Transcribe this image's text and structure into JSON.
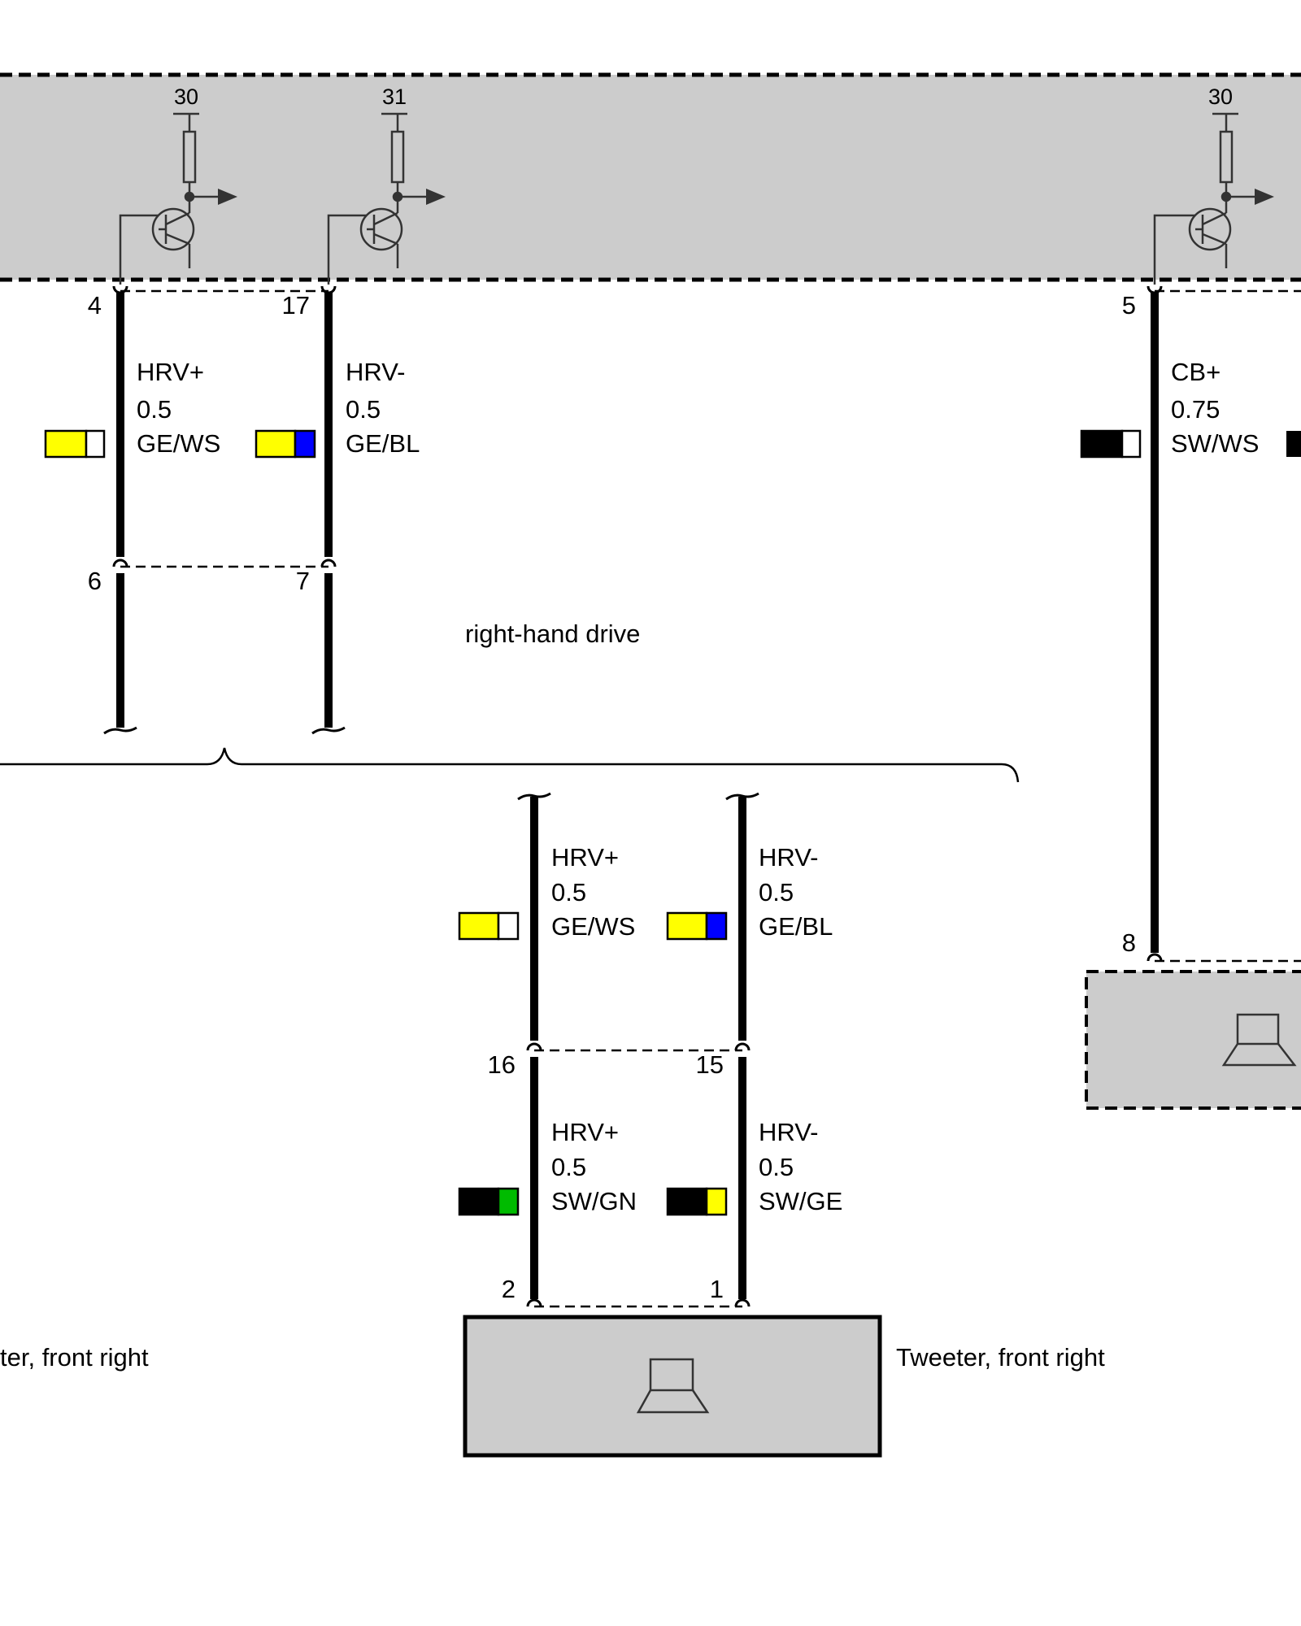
{
  "colors": {
    "GE": "#ffff00",
    "WS": "#ffffff",
    "BL": "#0000ff",
    "SW": "#000000",
    "GN": "#00bb00",
    "module_fill": "#cccccc"
  },
  "control_unit": {
    "drivers": [
      {
        "supply": "30",
        "pin": "4"
      },
      {
        "supply": "31",
        "pin": "17"
      },
      {
        "supply": "30",
        "pin": "5"
      }
    ]
  },
  "wires": {
    "upper_left": [
      {
        "signal": "HRV+",
        "size": "0.5",
        "color_code": "GE/WS",
        "swatch": [
          "GE",
          "WS"
        ],
        "pin_top": "4",
        "pin_bottom": "6"
      },
      {
        "signal": "HRV-",
        "size": "0.5",
        "color_code": "GE/BL",
        "swatch": [
          "GE",
          "BL"
        ],
        "pin_top": "17",
        "pin_bottom": "7"
      }
    ],
    "right": {
      "signal": "CB+",
      "size": "0.75",
      "color_code": "SW/WS",
      "swatch": [
        "SW",
        "WS"
      ],
      "pin_top": "5",
      "pin_bottom": "8"
    },
    "lower_upper": [
      {
        "signal": "HRV+",
        "size": "0.5",
        "color_code": "GE/WS",
        "swatch": [
          "GE",
          "WS"
        ]
      },
      {
        "signal": "HRV-",
        "size": "0.5",
        "color_code": "GE/BL",
        "swatch": [
          "GE",
          "BL"
        ]
      }
    ],
    "connector_pins": [
      "16",
      "15"
    ],
    "lower_lower": [
      {
        "signal": "HRV+",
        "size": "0.5",
        "color_code": "SW/GN",
        "swatch": [
          "SW",
          "GN"
        ],
        "pin": "2"
      },
      {
        "signal": "HRV-",
        "size": "0.5",
        "color_code": "SW/GE",
        "swatch": [
          "SW",
          "GE"
        ],
        "pin": "1"
      }
    ]
  },
  "variant_label": "right-hand drive",
  "components": {
    "tweeter_left_partial": "ter, front right",
    "tweeter_center": "Tweeter, front right"
  }
}
